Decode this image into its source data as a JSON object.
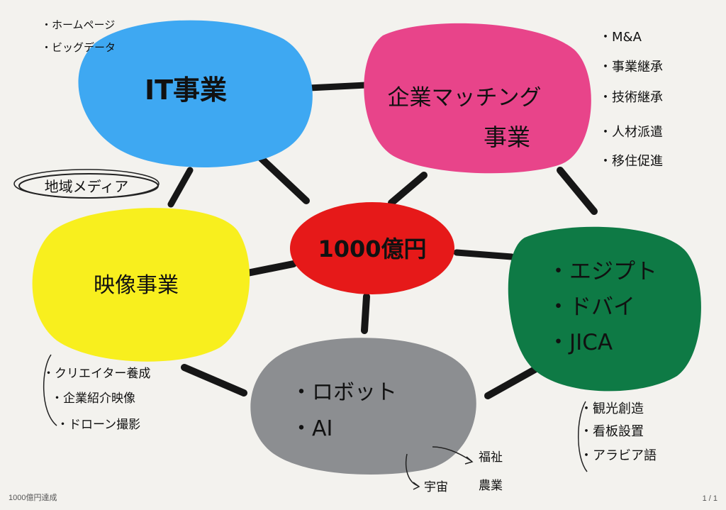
{
  "nodes": {
    "center": {
      "label": "1000億円",
      "color": "#e61919"
    },
    "it": {
      "label": "IT事業",
      "color": "#3ea8f2"
    },
    "kigyo": {
      "line1": "企業マッチング",
      "line2": "事業",
      "color": "#e8448a"
    },
    "eizo": {
      "label": "映像事業",
      "color": "#f8ef1e"
    },
    "robot": {
      "line1": "・ロボット",
      "line2": "・AI",
      "color": "#8c8e91"
    },
    "overseas": {
      "line1": "・エジプト",
      "line2": "・ドバイ",
      "line3": "・JICA",
      "color": "#0e7a45"
    }
  },
  "notes": {
    "it": [
      "・ホームページ",
      "・ビッグデータ"
    ],
    "local_media": "地域メディア",
    "kigyo": [
      "・M&A",
      "・事業継承",
      "・技術継承",
      "・人材派遣",
      "・移住促進"
    ],
    "eizo": [
      "・クリエイター養成",
      "・企業紹介映像",
      "・ドローン撮影"
    ],
    "robot_left": "宇宙",
    "robot_right": [
      "福祉",
      "農業"
    ],
    "overseas": [
      "・観光創造",
      "・看板設置",
      "・アラビア語"
    ]
  },
  "footer": {
    "title": "1000億円達成",
    "page": "1 / 1"
  }
}
